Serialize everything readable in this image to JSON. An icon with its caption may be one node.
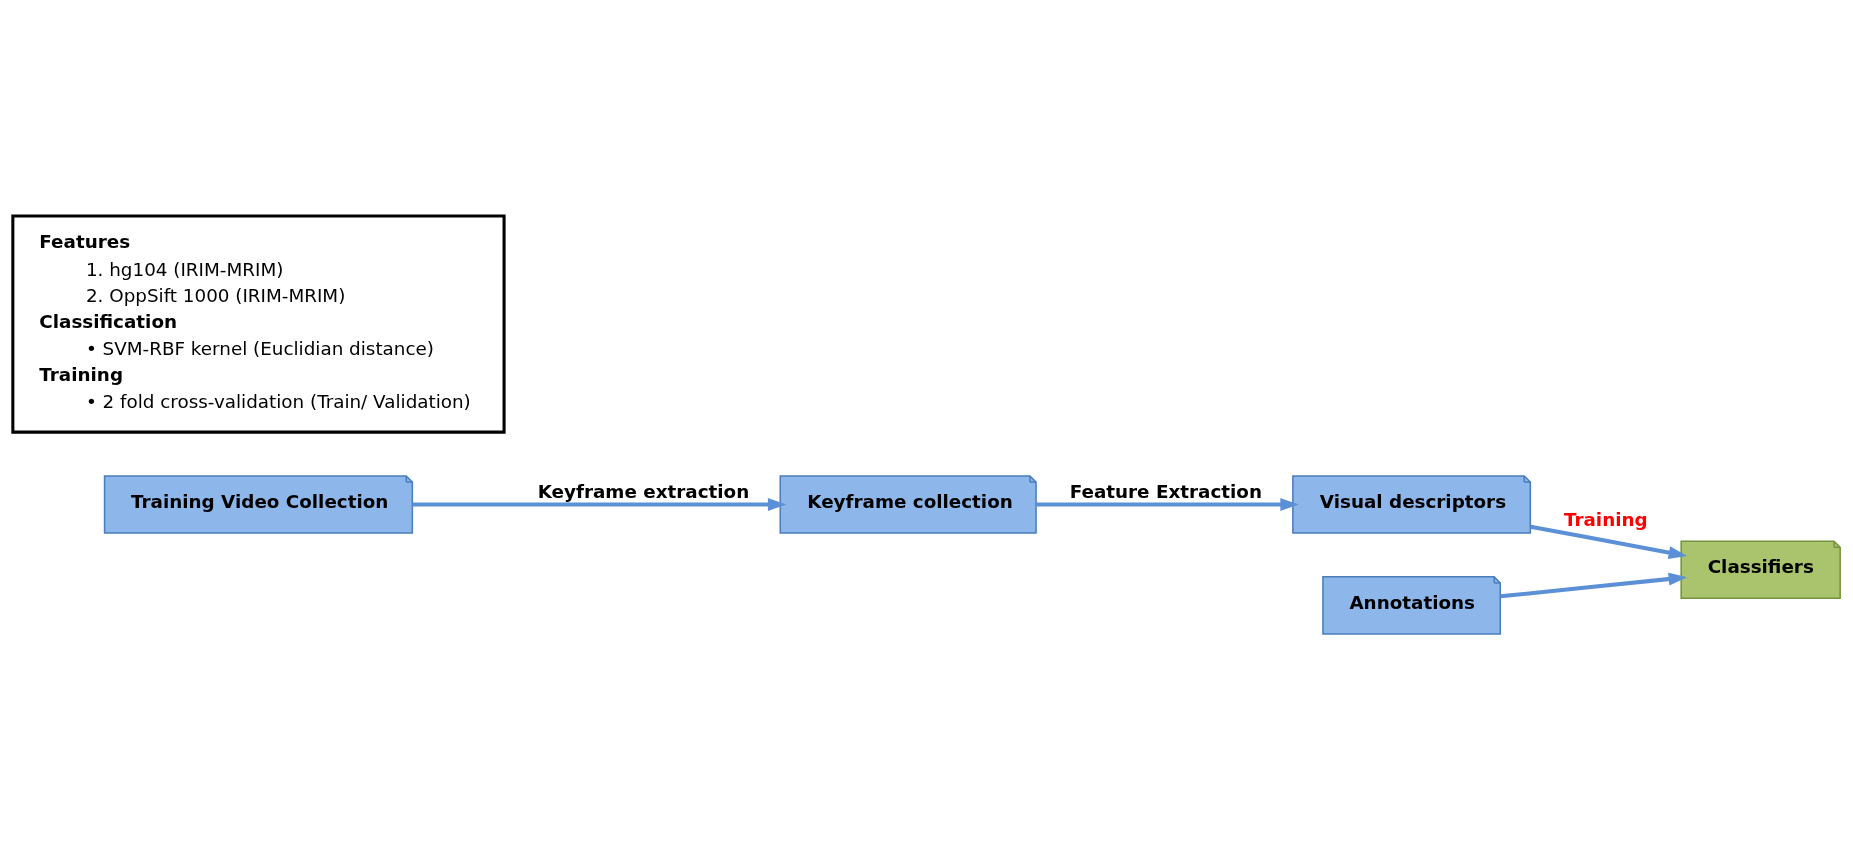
{
  "diagram": {
    "nodes": [
      {
        "text": [
          "Training Video Collection"
        ]
      },
      {
        "text": [
          "Keyframe collection"
        ]
      },
      {
        "text": [
          "Visual descriptors"
        ]
      },
      {
        "text": [
          "Annotations"
        ]
      },
      {
        "text": [
          "Classifiers"
        ]
      },
      {
        "text": [
          "Features",
          "1. hg104 (IRIM-MRIM)",
          "2. OppSift 1000 (IRIM-MRIM)",
          "Classification",
          "• SVM-RBF kernel (Euclidian distance)",
          "Training",
          "• 2 fold cross-validation (Train/ Validation)"
        ]
      }
    ],
    "edges": [
      {
        "from": 0,
        "to": 1,
        "arrow": "to",
        "label": "Keyframe extraction"
      },
      {
        "from": 1,
        "to": 2,
        "arrow": "to",
        "label": "Feature Extraction"
      },
      {
        "from": 2,
        "to": 4,
        "arrow": "to",
        "label": "Training"
      },
      {
        "from": 3,
        "to": 4,
        "arrow": "to"
      }
    ]
  }
}
